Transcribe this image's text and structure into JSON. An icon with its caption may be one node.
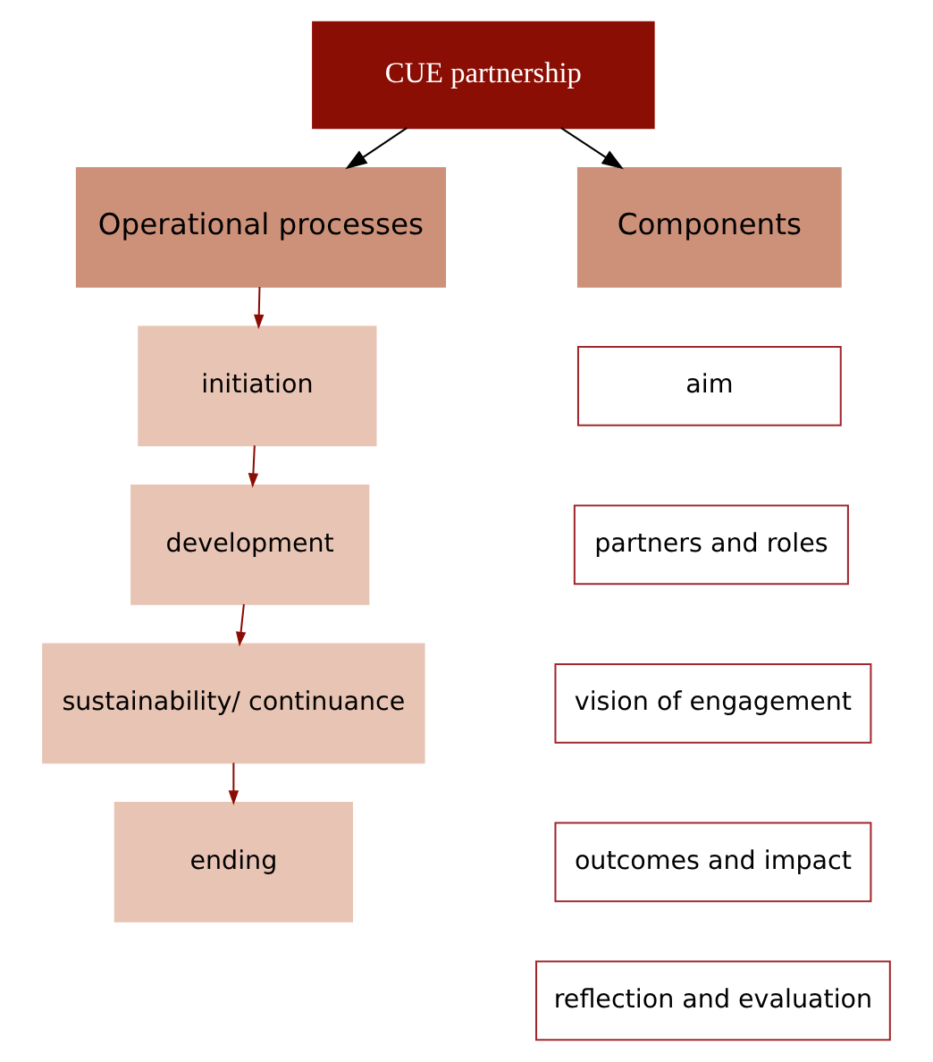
{
  "diagram": {
    "nodes": [
      {
        "text": [
          "CUE partnership"
        ]
      },
      {
        "text": [
          "Operational processes"
        ]
      },
      {
        "text": [
          "Components"
        ]
      },
      {
        "text": [
          "initiation"
        ]
      },
      {
        "text": [
          "development"
        ]
      },
      {
        "text": [
          "sustainability/ continuance"
        ]
      },
      {
        "text": [
          "ending"
        ]
      },
      {
        "text": [
          "aim"
        ]
      },
      {
        "text": [
          "partners and roles"
        ]
      },
      {
        "text": [
          "vision of engagement"
        ]
      },
      {
        "text": [
          "outcomes and impact"
        ]
      },
      {
        "text": [
          "reflection and evaluation"
        ]
      }
    ],
    "edges": [
      {
        "from": 0,
        "to": 1,
        "arrow": "to",
        "color": "#000000"
      },
      {
        "from": 0,
        "to": 2,
        "arrow": "to",
        "color": "#000000"
      },
      {
        "from": 1,
        "to": 3,
        "arrow": "to"
      },
      {
        "from": 3,
        "to": 4,
        "arrow": "to"
      },
      {
        "from": 4,
        "to": 5,
        "arrow": "to"
      },
      {
        "from": 5,
        "to": 6,
        "arrow": "to"
      }
    ]
  }
}
